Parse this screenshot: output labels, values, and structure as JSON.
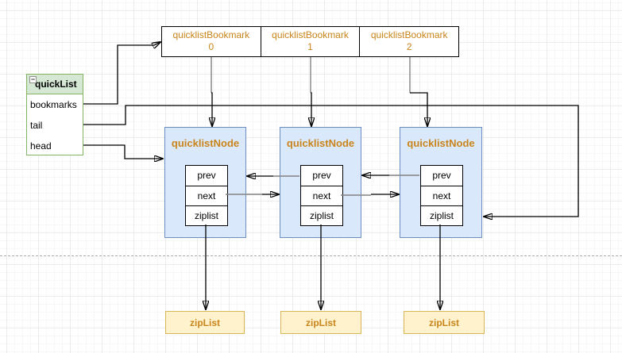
{
  "diagram": {
    "bookmark_box": {
      "cells": [
        {
          "label": "quicklistBookmark",
          "index": "0"
        },
        {
          "label": "quicklistBookmark",
          "index": "1"
        },
        {
          "label": "quicklistBookmark",
          "index": "2"
        }
      ]
    },
    "quicklist": {
      "collapse_icon": "−",
      "title": "quickList",
      "fields": [
        "bookmarks",
        "tail",
        "head"
      ]
    },
    "nodes": [
      {
        "title": "quicklistNode",
        "fields": [
          "prev",
          "next",
          "ziplist"
        ]
      },
      {
        "title": "quicklistNode",
        "fields": [
          "prev",
          "next",
          "ziplist"
        ]
      },
      {
        "title": "quicklistNode",
        "fields": [
          "prev",
          "next",
          "ziplist"
        ]
      }
    ],
    "ziplists": [
      {
        "label": "zipList"
      },
      {
        "label": "zipList"
      },
      {
        "label": "zipList"
      }
    ],
    "colors": {
      "node_fill": "#dae8fc",
      "node_border": "#6c8ebf",
      "quicklist_fill": "#d5e8d4",
      "quicklist_border": "#82b366",
      "ziplist_fill": "#fff2cc",
      "ziplist_border": "#d6b656",
      "orange_text": "#c9851c",
      "edge": "#000000",
      "edge_stub": "#828282"
    }
  }
}
